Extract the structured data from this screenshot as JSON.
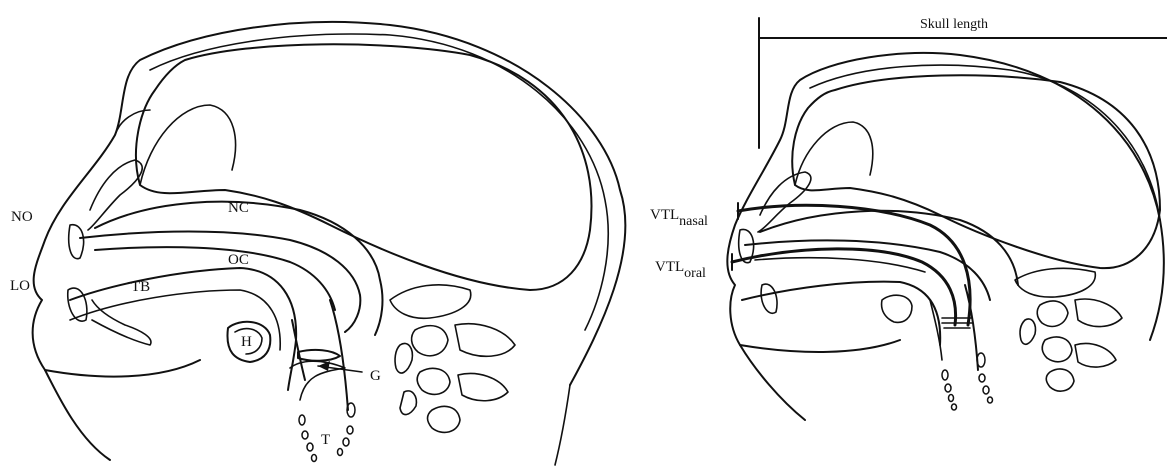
{
  "left_panel": {
    "labels": {
      "no": "NO",
      "nc": "NC",
      "oc": "OC",
      "lo": "LO",
      "tb": "TB",
      "h": "H",
      "g": "G",
      "t": "T"
    }
  },
  "right_panel": {
    "skull_length": "Skull length",
    "vtl_nasal": {
      "main": "VTL",
      "sub": "nasal"
    },
    "vtl_oral": {
      "main": "VTL",
      "sub": "oral"
    }
  }
}
